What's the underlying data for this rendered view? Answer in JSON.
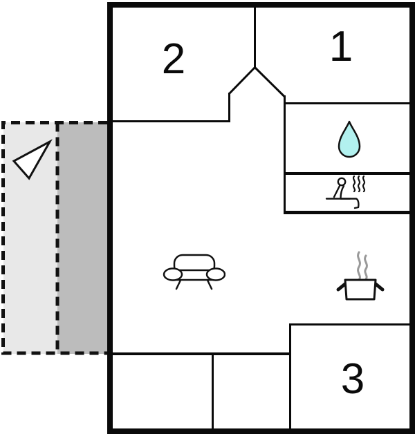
{
  "title": "holiday-home-floor-plan",
  "rooms": [
    {
      "label": "1"
    },
    {
      "label": "2"
    },
    {
      "label": "3"
    }
  ],
  "icons": {
    "bathroom": "water-drop-icon",
    "sauna": "sauna-person-steam-icon",
    "living_room": "sofa-icon",
    "kitchen": "cooking-pot-steam-icon",
    "terrace": "direction-arrow-icon"
  },
  "colors": {
    "wall": "#0a0a0a",
    "water_drop_fill": "#b2f1ef",
    "terrace_light": "#e8e8e8",
    "terrace_dark": "#bcbcbc",
    "steam_gray": "#999999",
    "floor": "#ffffff"
  }
}
